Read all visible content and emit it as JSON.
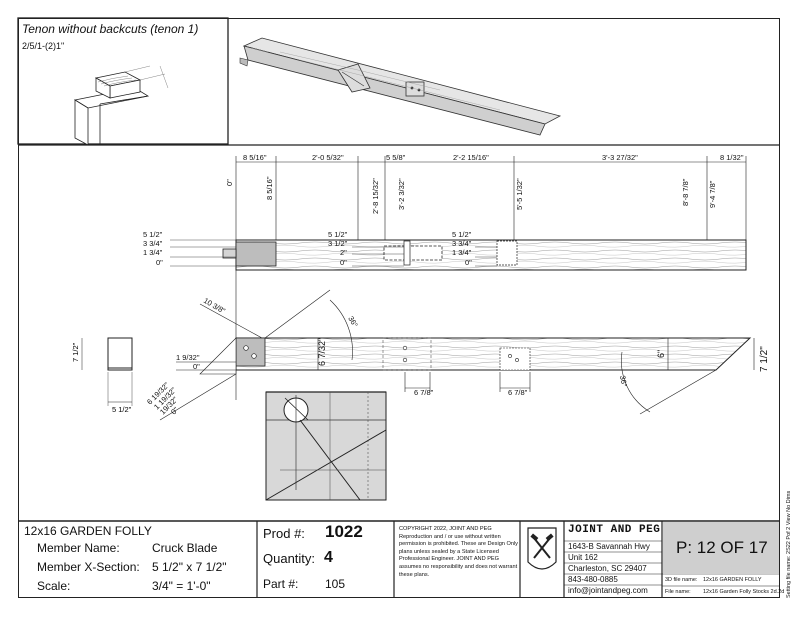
{
  "detail": {
    "title": "Tenon without backcuts (tenon 1)",
    "code": "2/5/1-(2)1\""
  },
  "top_dims": [
    "8 5/16\"",
    "2'-0 5/32\"",
    "5 5/8\"",
    "2'-2 15/16\"",
    "3'-3 27/32\"",
    "8 1/32\""
  ],
  "station_labels": [
    "0\"",
    "8 5/16\"",
    "2'-8 15/32\"",
    "3'-2 3/32\"",
    "5'-5 1/32\"",
    "8'-8 7/8\"",
    "9'-4 7/8\""
  ],
  "left_ticks": [
    "5 1/2\"",
    "3 3/4\"",
    "1 3/4\"",
    "0\""
  ],
  "mid_ticks": [
    "5 1/2\"",
    "3 1/2\"",
    "2\"",
    "0\""
  ],
  "right_ticks": [
    "5 1/2\"",
    "3 3/4\"",
    "1 3/4\"",
    "0\""
  ],
  "elevation": {
    "angle_dim": "10 3/8\"",
    "height_dim": "6 7/32\"",
    "angle1": "36°",
    "ticks_left": [
      "1 9/32\"",
      "0\""
    ],
    "ticks_diag": [
      "6 19/32\"",
      "1 19/32\"",
      "19/32\"",
      "0\""
    ],
    "mortise_dims": [
      "6 7/8\"",
      "6 7/8\""
    ],
    "angle2": "36°",
    "depth_6": "6\"",
    "height_total": "7 1/2\""
  },
  "section": {
    "height": "7 1/2\"",
    "width": "5 1/2\""
  },
  "title_block": {
    "project": "12x16 GARDEN FOLLY",
    "member_name_label": "Member Name:",
    "member_name": "Cruck Blade",
    "xsection_label": "Member X-Section:",
    "xsection": "5 1/2\" x 7 1/2\"",
    "scale_label": "Scale:",
    "scale": "3/4\" = 1'-0\"",
    "prod_label": "Prod #:",
    "prod": "1022",
    "qty_label": "Quantity:",
    "qty": "4",
    "part_label": "Part #:",
    "part": "105",
    "copyright": [
      "COPYRIGHT 2022, JOINT AND PEG",
      "Reproduction and / or use without written",
      "permission is prohibited.  These are Design Only",
      "plans unless sealed by a State Licensed",
      "Professional Engineer.  JOINT AND PEG",
      "assumes no responsibility and does not warrant",
      "these plans."
    ],
    "company": "JOINT AND PEG",
    "address1": "1643-B Savannah Hwy",
    "address2": "Unit 162",
    "address3": "Charleston, SC 29407",
    "phone": "843-480-0885",
    "email": "info@jointandpeg.com",
    "page": "P:   12 OF 17",
    "file_3d_label": "3D file name:",
    "file_3d": "12x16 GARDEN FOLLY",
    "file_label": "File  name:",
    "file": "12x16 Garden Folly Stocks 2d.2d"
  },
  "side_note": "Setting file name:  2S22 Pof 2 View No Dims"
}
